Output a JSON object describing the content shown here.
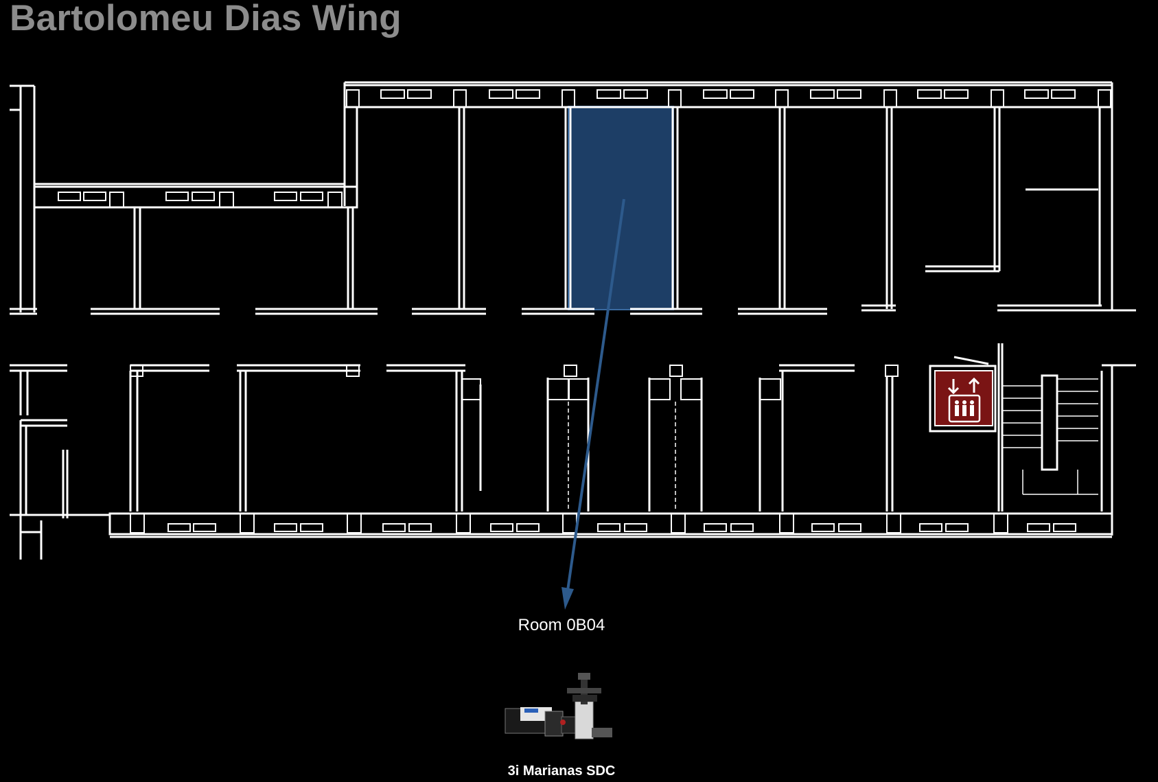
{
  "map": {
    "title": "Bartolomeu Dias Wing",
    "highlighted_room": {
      "label": "Room 0B04",
      "highlight_color": "#1d3e66",
      "arrow_color": "#2d5a8c"
    },
    "instrument": {
      "label": "3i Marianas SDC",
      "image_icon": "microscope-system-icon"
    },
    "elevator_sign": {
      "icon": "elevator-icon",
      "color": "#7a1414"
    },
    "colors": {
      "background": "#000000",
      "walls": "#ffffff",
      "title": "#8c8c8c"
    }
  }
}
